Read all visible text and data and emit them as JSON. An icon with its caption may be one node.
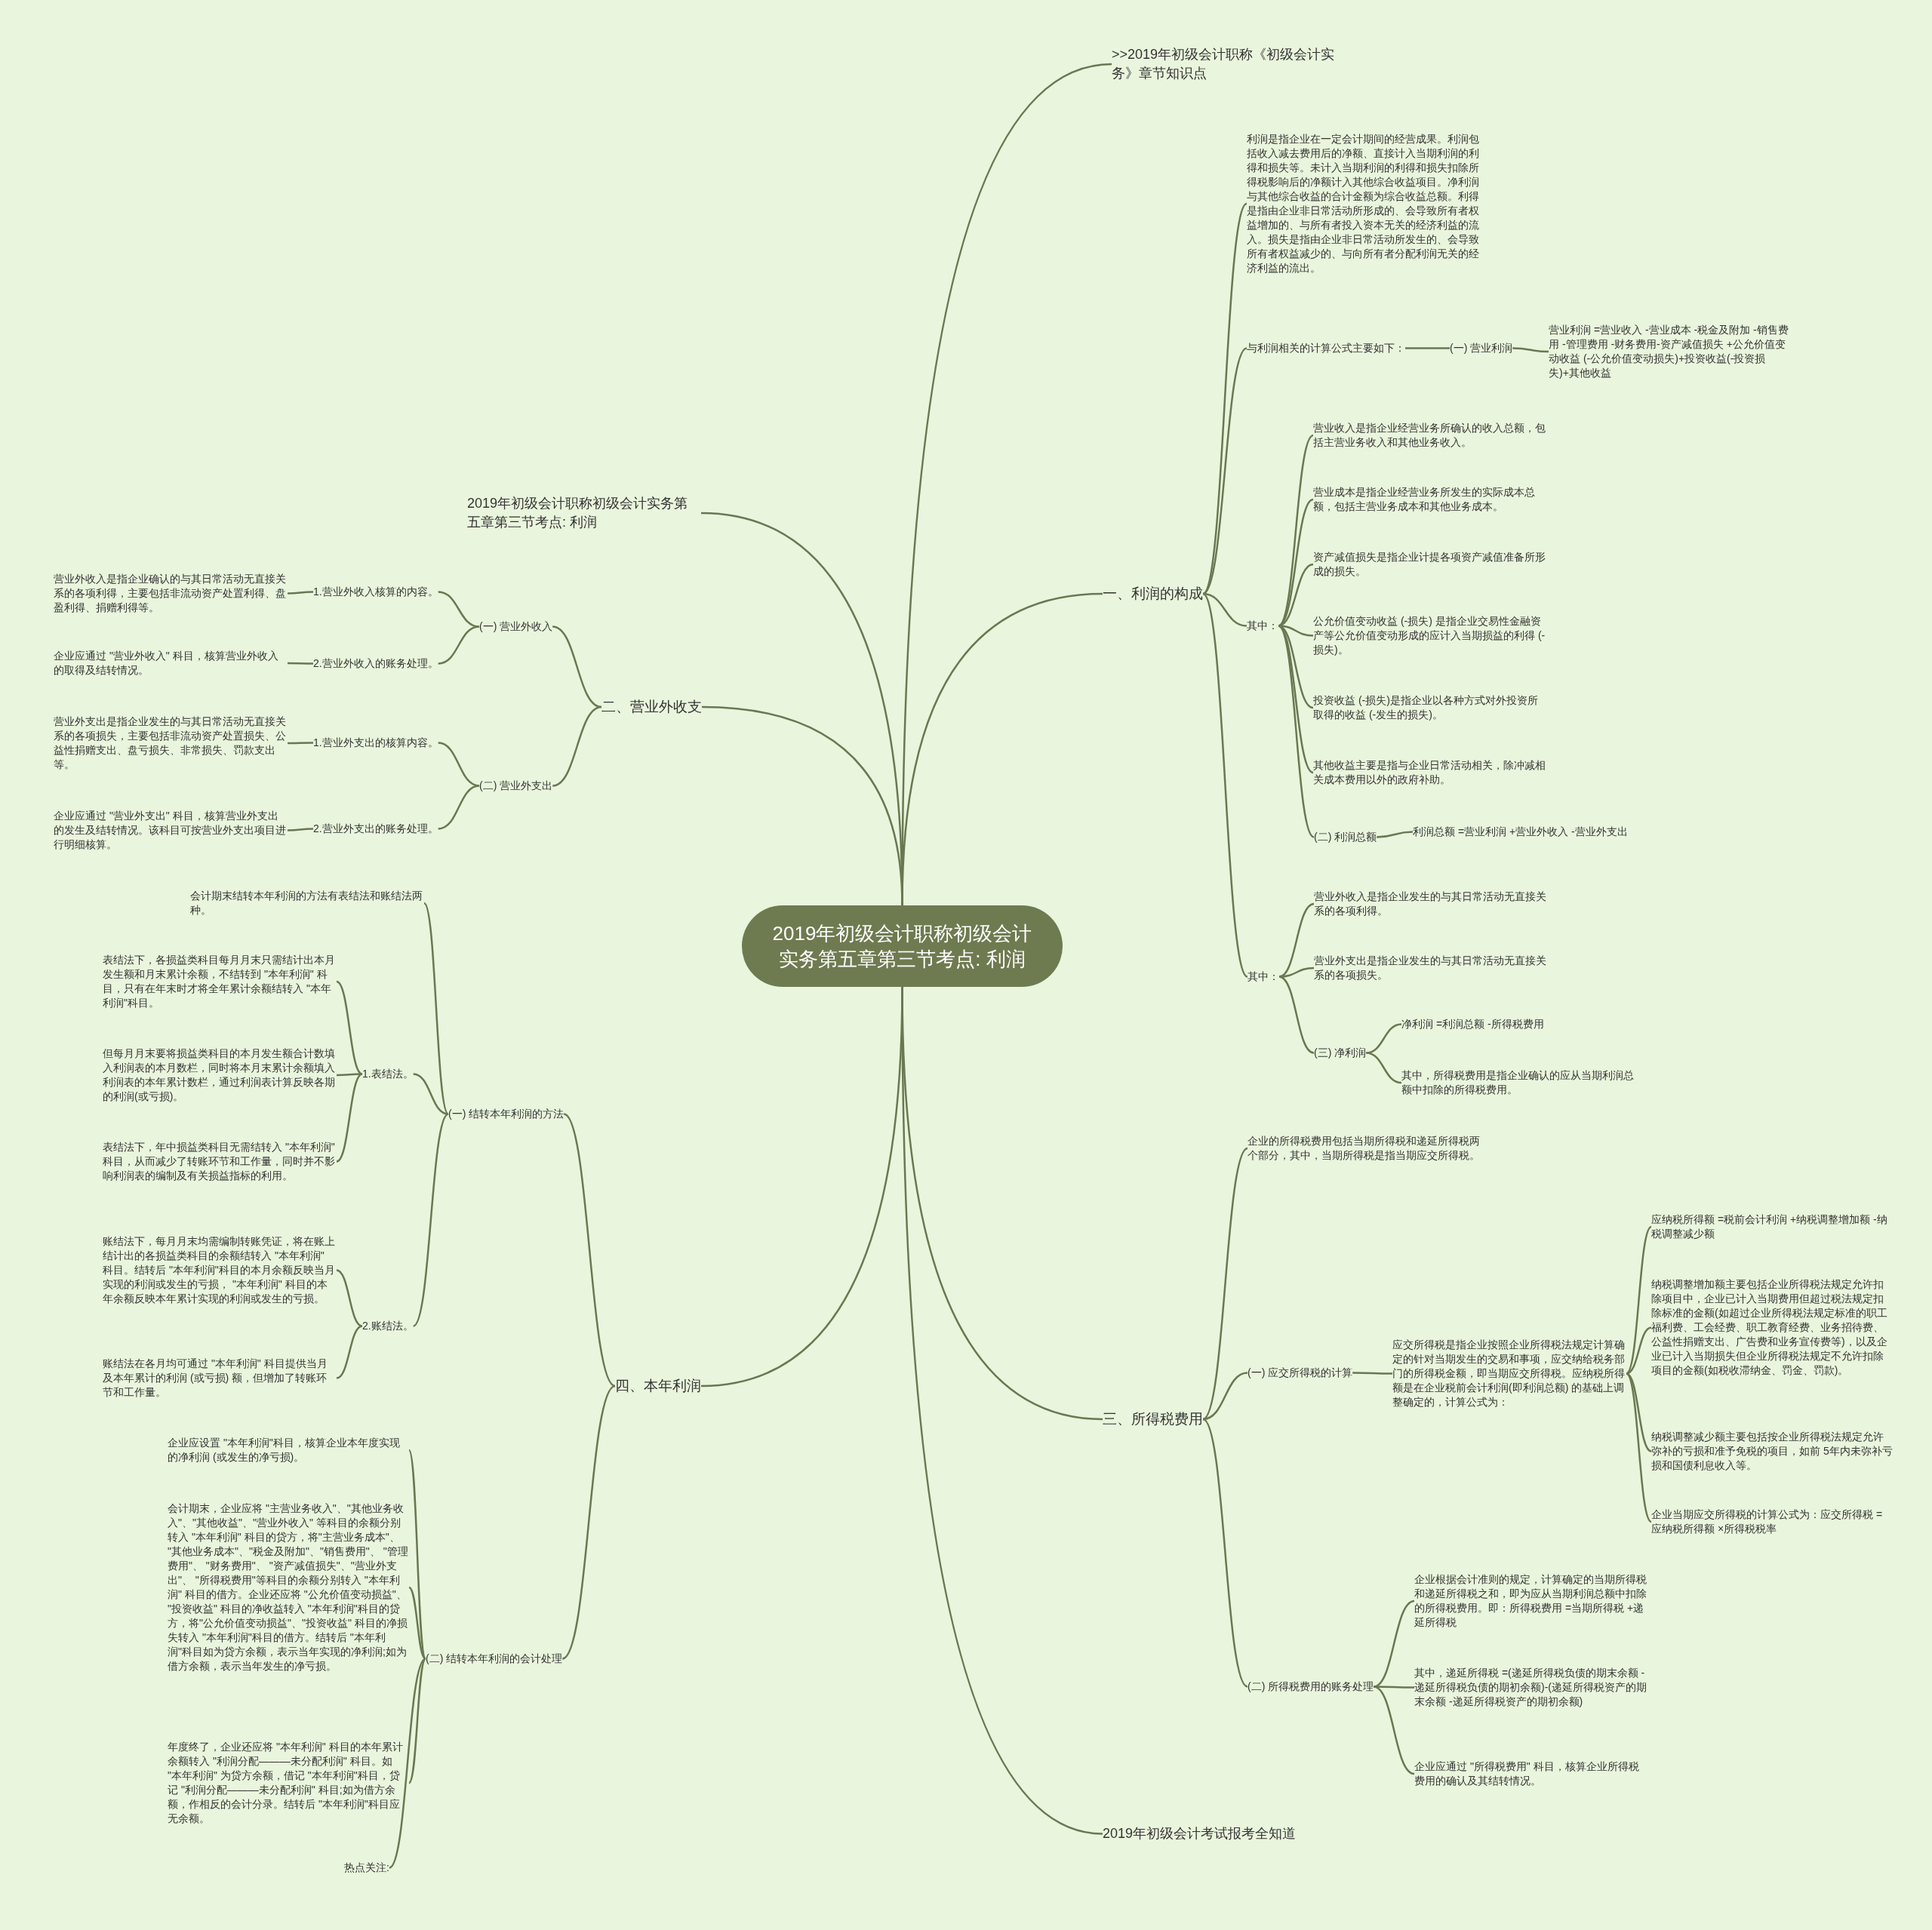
{
  "diagram": {
    "nodes": [
      {
        "text": [
          "2019年初级会计职称初级会计实务第五章第三节考点: 利润"
        ]
      },
      {
        "text": [
          ">>2019年初级会计职称《初级会计实务》章节知识点"
        ]
      },
      {
        "text": [
          "一、利润的构成"
        ]
      },
      {
        "text": [
          "利润是指企业在一定会计期间的经营成果。利润包括收入减去费用后的净额、直接计入当期利润的利得和损失等。未计入当期利润的利得和损失扣除所得税影响后的净额计入其他综合收益项目。净利润与其他综合收益的合计金额为综合收益总额。利得是指由企业非日常活动所形成的、会导致所有者权益增加的、与所有者投入资本无关的经济利益的流入。损失是指由企业非日常活动所发生的、会导致所有者权益减少的、与向所有者分配利润无关的经济利益的流出。"
        ]
      },
      {
        "text": [
          "与利润相关的计算公式主要如下："
        ]
      },
      {
        "text": [
          "(一) 营业利润"
        ]
      },
      {
        "text": [
          "营业利润 =营业收入 -营业成本 -税金及附加 -销售费用 -管理费用 -财务费用-资产减值损失 +公允价值变动收益 (-公允价值变动损失)+投资收益(-投资损失)+其他收益"
        ]
      },
      {
        "text": [
          "其中："
        ]
      },
      {
        "text": [
          "营业收入是指企业经营业务所确认的收入总额，包括主营业务收入和其他业务收入。"
        ]
      },
      {
        "text": [
          "营业成本是指企业经营业务所发生的实际成本总额，包括主营业务成本和其他业务成本。"
        ]
      },
      {
        "text": [
          "资产减值损失是指企业计提各项资产减值准备所形成的损失。"
        ]
      },
      {
        "text": [
          "公允价值变动收益 (-损失) 是指企业交易性金融资产等公允价值变动形成的应计入当期损益的利得 (-损失)。"
        ]
      },
      {
        "text": [
          "投资收益 (-损失)是指企业以各种方式对外投资所取得的收益 (-发生的损失)。"
        ]
      },
      {
        "text": [
          "其他收益主要是指与企业日常活动相关，除冲减相关成本费用以外的政府补助。"
        ]
      },
      {
        "text": [
          "(二) 利润总额"
        ]
      },
      {
        "text": [
          "利润总额 =营业利润 +营业外收入 -营业外支出"
        ]
      },
      {
        "text": [
          "其中："
        ]
      },
      {
        "text": [
          "营业外收入是指企业发生的与其日常活动无直接关系的各项利得。"
        ]
      },
      {
        "text": [
          "营业外支出是指企业发生的与其日常活动无直接关系的各项损失。"
        ]
      },
      {
        "text": [
          "(三) 净利润"
        ]
      },
      {
        "text": [
          "净利润 =利润总额 -所得税费用"
        ]
      },
      {
        "text": [
          "其中，所得税费用是指企业确认的应从当期利润总额中扣除的所得税费用。"
        ]
      },
      {
        "text": [
          "三、所得税费用"
        ]
      },
      {
        "text": [
          "企业的所得税费用包括当期所得税和递延所得税两个部分，其中，当期所得税是指当期应交所得税。"
        ]
      },
      {
        "text": [
          "(一) 应交所得税的计算"
        ]
      },
      {
        "text": [
          "应交所得税是指企业按照企业所得税法规定计算确定的针对当期发生的交易和事项，应交纳给税务部门的所得税金额，即当期应交所得税。应纳税所得额是在企业税前会计利润(即利润总额) 的基础上调整确定的，计算公式为："
        ]
      },
      {
        "text": [
          "应纳税所得额 =税前会计利润 +纳税调整增加额 -纳税调整减少额"
        ]
      },
      {
        "text": [
          "纳税调整增加额主要包括企业所得税法规定允许扣除项目中，企业已计入当期费用但超过税法规定扣除标准的金额(如超过企业所得税法规定标准的职工福利费、工会经费、职工教育经费、业务招待费、公益性捐赠支出、广告费和业务宣传费等)，以及企业已计入当期损失但企业所得税法规定不允许扣除项目的金额(如税收滞纳金、罚金、罚款)。"
        ]
      },
      {
        "text": [
          "纳税调整减少额主要包括按企业所得税法规定允许弥补的亏损和准予免税的项目，如前 5年内未弥补亏损和国债利息收入等。"
        ]
      },
      {
        "text": [
          "企业当期应交所得税的计算公式为：应交所得税 =应纳税所得额 ×所得税税率"
        ]
      },
      {
        "text": [
          "(二) 所得税费用的账务处理"
        ]
      },
      {
        "text": [
          "企业根据会计准则的规定，计算确定的当期所得税和递延所得税之和，即为应从当期利润总额中扣除的所得税费用。即：所得税费用 =当期所得税 +递延所得税"
        ]
      },
      {
        "text": [
          "其中，递延所得税 =(递延所得税负债的期末余额 -递延所得税负债的期初余额)-(递延所得税资产的期末余额 -递延所得税资产的期初余额)"
        ]
      },
      {
        "text": [
          "企业应通过 \"所得税费用\" 科目，核算企业所得税费用的确认及其结转情况。"
        ]
      },
      {
        "text": [
          "2019年初级会计考试报考全知道"
        ]
      },
      {
        "text": [
          "2019年初级会计职称初级会计实务第五章第三节考点: 利润"
        ]
      },
      {
        "text": [
          "二、营业外收支"
        ]
      },
      {
        "text": [
          "(一) 营业外收入"
        ]
      },
      {
        "text": [
          "1.营业外收入核算的内容。"
        ]
      },
      {
        "text": [
          "营业外收入是指企业确认的与其日常活动无直接关系的各项利得，主要包括非流动资产处置利得、盘盈利得、捐赠利得等。"
        ]
      },
      {
        "text": [
          "2.营业外收入的账务处理。"
        ]
      },
      {
        "text": [
          "企业应通过 \"营业外收入\" 科目，核算营业外收入的取得及结转情况。"
        ]
      },
      {
        "text": [
          "(二) 营业外支出"
        ]
      },
      {
        "text": [
          "1.营业外支出的核算内容。"
        ]
      },
      {
        "text": [
          "营业外支出是指企业发生的与其日常活动无直接关系的各项损失，主要包括非流动资产处置损失、公益性捐赠支出、盘亏损失、非常损失、罚款支出等。"
        ]
      },
      {
        "text": [
          "2.营业外支出的账务处理。"
        ]
      },
      {
        "text": [
          "企业应通过 \"营业外支出\" 科目，核算营业外支出的发生及结转情况。该科目可按营业外支出项目进行明细核算。"
        ]
      },
      {
        "text": [
          "四、本年利润"
        ]
      },
      {
        "text": [
          "(一) 结转本年利润的方法"
        ]
      },
      {
        "text": [
          "会计期末结转本年利润的方法有表结法和账结法两种。"
        ]
      },
      {
        "text": [
          "1.表结法。"
        ]
      },
      {
        "text": [
          "表结法下，各损益类科目每月月末只需结计出本月发生额和月末累计余额，不结转到 \"本年利润\" 科目，只有在年末时才将全年累计余额结转入 \"本年利润\"科目。"
        ]
      },
      {
        "text": [
          "但每月月末要将损益类科目的本月发生额合计数填入利润表的本月数栏，同时将本月末累计余额填入利润表的本年累计数栏，通过利润表计算反映各期的利润(或亏损)。"
        ]
      },
      {
        "text": [
          "表结法下，年中损益类科目无需结转入 \"本年利润\" 科目，从而减少了转账环节和工作量，同时并不影响利润表的编制及有关损益指标的利用。"
        ]
      },
      {
        "text": [
          "2.账结法。"
        ]
      },
      {
        "text": [
          "账结法下，每月月末均需编制转账凭证，将在账上结计出的各损益类科目的余额结转入 \"本年利润\" 科目。结转后 \"本年利润\"科目的本月余额反映当月实现的利润或发生的亏损， \"本年利润\" 科目的本年余额反映本年累计实现的利润或发生的亏损。"
        ]
      },
      {
        "text": [
          "账结法在各月均可通过 \"本年利润\" 科目提供当月及本年累计的利润 (或亏损) 额，但增加了转账环节和工作量。"
        ]
      },
      {
        "text": [
          "(二) 结转本年利润的会计处理"
        ]
      },
      {
        "text": [
          "企业应设置 \"本年利润\"科目，核算企业本年度实现的净利润 (或发生的净亏损)。"
        ]
      },
      {
        "text": [
          "会计期末，企业应将 \"主营业务收入\"、\"其他业务收入\"、\"其他收益\"、\"营业外收入\" 等科目的余额分别转入 \"本年利润\" 科目的贷方，将\"主营业务成本\"、 \"其他业务成本\"、\"税金及附加\"、\"销售费用\"、 \"管理费用\"、 \"财务费用\"、 \"资产减值损失\"、\"营业外支出\"、 \"所得税费用\"等科目的余额分别转入 \"本年利润\" 科目的借方。企业还应将 \"公允价值变动损益\"、 \"投资收益\" 科目的净收益转入 \"本年利润\"科目的贷方，将\"公允价值变动损益\"、\"投资收益\" 科目的净损失转入 \"本年利润\"科目的借方。结转后 \"本年利润\"科目如为贷方余额，表示当年实现的净利润;如为借方余额，表示当年发生的净亏损。"
        ]
      },
      {
        "text": [
          "年度终了，企业还应将 \"本年利润\" 科目的本年累计余额转入 \"利润分配———未分配利润\" 科目。如 \"本年利润\" 为贷方余额，借记 \"本年利润\"科目，贷记 \"利润分配———未分配利润\" 科目;如为借方余额，作相反的会计分录。结转后 \"本年利润\"科目应无余额。"
        ]
      },
      {
        "text": [
          "热点关注:"
        ]
      }
    ],
    "edges": [
      {
        "from": 0,
        "to": 1,
        "arrow": "none"
      },
      {
        "from": 0,
        "to": 2,
        "arrow": "none"
      },
      {
        "from": 0,
        "to": 22,
        "arrow": "none"
      },
      {
        "from": 0,
        "to": 34,
        "arrow": "none"
      },
      {
        "from": 0,
        "to": 35,
        "arrow": "none"
      },
      {
        "from": 0,
        "to": 36,
        "arrow": "none"
      },
      {
        "from": 0,
        "to": 47,
        "arrow": "none"
      },
      {
        "from": 2,
        "to": 3,
        "arrow": "none"
      },
      {
        "from": 2,
        "to": 4,
        "arrow": "none"
      },
      {
        "from": 2,
        "to": 7,
        "arrow": "none"
      },
      {
        "from": 2,
        "to": 16,
        "arrow": "none"
      },
      {
        "from": 4,
        "to": 5,
        "arrow": "none"
      },
      {
        "from": 5,
        "to": 6,
        "arrow": "none"
      },
      {
        "from": 7,
        "to": 8,
        "arrow": "none"
      },
      {
        "from": 7,
        "to": 9,
        "arrow": "none"
      },
      {
        "from": 7,
        "to": 10,
        "arrow": "none"
      },
      {
        "from": 7,
        "to": 11,
        "arrow": "none"
      },
      {
        "from": 7,
        "to": 12,
        "arrow": "none"
      },
      {
        "from": 7,
        "to": 13,
        "arrow": "none"
      },
      {
        "from": 7,
        "to": 14,
        "arrow": "none"
      },
      {
        "from": 14,
        "to": 15,
        "arrow": "none"
      },
      {
        "from": 16,
        "to": 17,
        "arrow": "none"
      },
      {
        "from": 16,
        "to": 18,
        "arrow": "none"
      },
      {
        "from": 16,
        "to": 19,
        "arrow": "none"
      },
      {
        "from": 19,
        "to": 20,
        "arrow": "none"
      },
      {
        "from": 19,
        "to": 21,
        "arrow": "none"
      },
      {
        "from": 22,
        "to": 23,
        "arrow": "none"
      },
      {
        "from": 22,
        "to": 24,
        "arrow": "none"
      },
      {
        "from": 22,
        "to": 30,
        "arrow": "none"
      },
      {
        "from": 24,
        "to": 25,
        "arrow": "none"
      },
      {
        "from": 25,
        "to": 26,
        "arrow": "none"
      },
      {
        "from": 25,
        "to": 27,
        "arrow": "none"
      },
      {
        "from": 25,
        "to": 28,
        "arrow": "none"
      },
      {
        "from": 25,
        "to": 29,
        "arrow": "none"
      },
      {
        "from": 30,
        "to": 31,
        "arrow": "none"
      },
      {
        "from": 30,
        "to": 32,
        "arrow": "none"
      },
      {
        "from": 30,
        "to": 33,
        "arrow": "none"
      },
      {
        "from": 36,
        "to": 37,
        "arrow": "none"
      },
      {
        "from": 36,
        "to": 42,
        "arrow": "none"
      },
      {
        "from": 37,
        "to": 38,
        "arrow": "none"
      },
      {
        "from": 37,
        "to": 40,
        "arrow": "none"
      },
      {
        "from": 38,
        "to": 39,
        "arrow": "none"
      },
      {
        "from": 40,
        "to": 41,
        "arrow": "none"
      },
      {
        "from": 42,
        "to": 43,
        "arrow": "none"
      },
      {
        "from": 42,
        "to": 45,
        "arrow": "none"
      },
      {
        "from": 43,
        "to": 44,
        "arrow": "none"
      },
      {
        "from": 45,
        "to": 46,
        "arrow": "none"
      },
      {
        "from": 47,
        "to": 48,
        "arrow": "none"
      },
      {
        "from": 47,
        "to": 57,
        "arrow": "none"
      },
      {
        "from": 48,
        "to": 49,
        "arrow": "none"
      },
      {
        "from": 48,
        "to": 50,
        "arrow": "none"
      },
      {
        "from": 48,
        "to": 54,
        "arrow": "none"
      },
      {
        "from": 50,
        "to": 51,
        "arrow": "none"
      },
      {
        "from": 50,
        "to": 52,
        "arrow": "none"
      },
      {
        "from": 50,
        "to": 53,
        "arrow": "none"
      },
      {
        "from": 54,
        "to": 55,
        "arrow": "none"
      },
      {
        "from": 54,
        "to": 56,
        "arrow": "none"
      },
      {
        "from": 57,
        "to": 58,
        "arrow": "none"
      },
      {
        "from": 57,
        "to": 59,
        "arrow": "none"
      },
      {
        "from": 57,
        "to": 60,
        "arrow": "none"
      },
      {
        "from": 57,
        "to": 61,
        "arrow": "none"
      }
    ]
  }
}
